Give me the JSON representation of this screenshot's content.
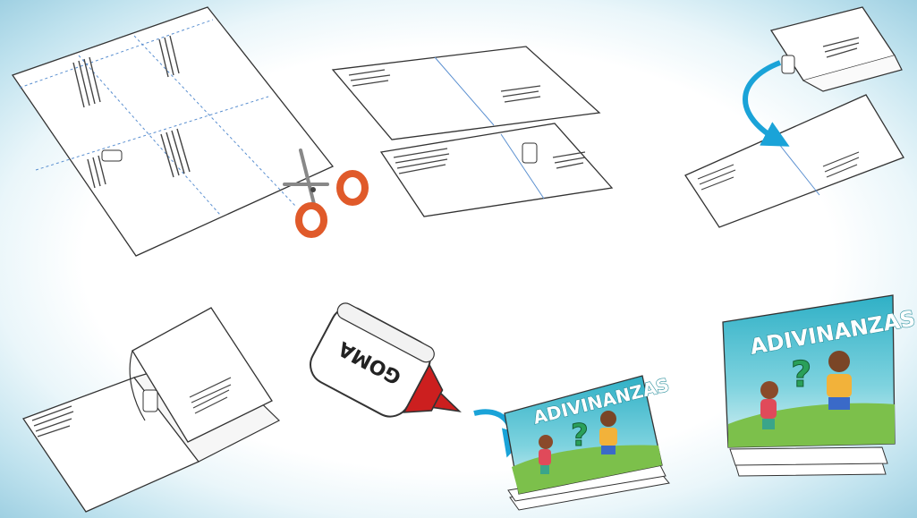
{
  "bottle_label": "GOMA",
  "cover_title_small": "ADIVINANZAS",
  "cover_title_final": "ADIVINANZAS",
  "colors": {
    "border": "#9fd0e2",
    "arrow": "#1aa3d8",
    "scissor_handle": "#e05a2a",
    "glue_cap": "#cc1f1f",
    "cover_sky": "#38b6c9",
    "cover_grass": "#7cc04b"
  },
  "icons": [
    "scissors-icon",
    "glue-bottle-icon",
    "curved-arrow-icon",
    "booklet-icon"
  ]
}
